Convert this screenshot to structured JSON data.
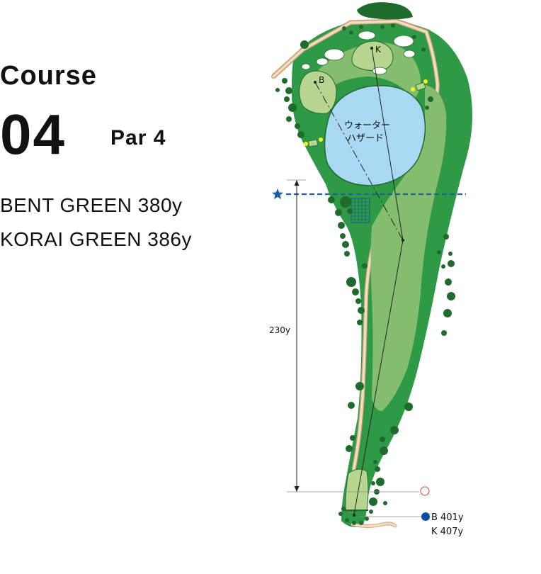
{
  "header": {
    "course_label": "Course",
    "hole_number": "04",
    "par_label": "Par 4"
  },
  "yardage": {
    "bent_green": "BENT GREEN 380y",
    "korai_green": "KORAI GREEN 386y"
  },
  "map": {
    "hazard_label_line1": "ウォーター",
    "hazard_label_line2": "ハザード",
    "green_b_label": "B",
    "green_k_label": "K",
    "carry_distance": "230y",
    "tee_back_label": "B 401y",
    "tee_korai_label": "K 407y",
    "colors": {
      "rough": "#2e9a46",
      "fairway": "#85bd6f",
      "green": "#b7d58f",
      "water": "#a8d8f2",
      "tree": "#1f6b2e",
      "cart_path": "#f3dcc0",
      "marker_line": "#1f5fa8",
      "tee_marker": "#0b4f9e",
      "target_circle": "#d43a3a"
    }
  }
}
